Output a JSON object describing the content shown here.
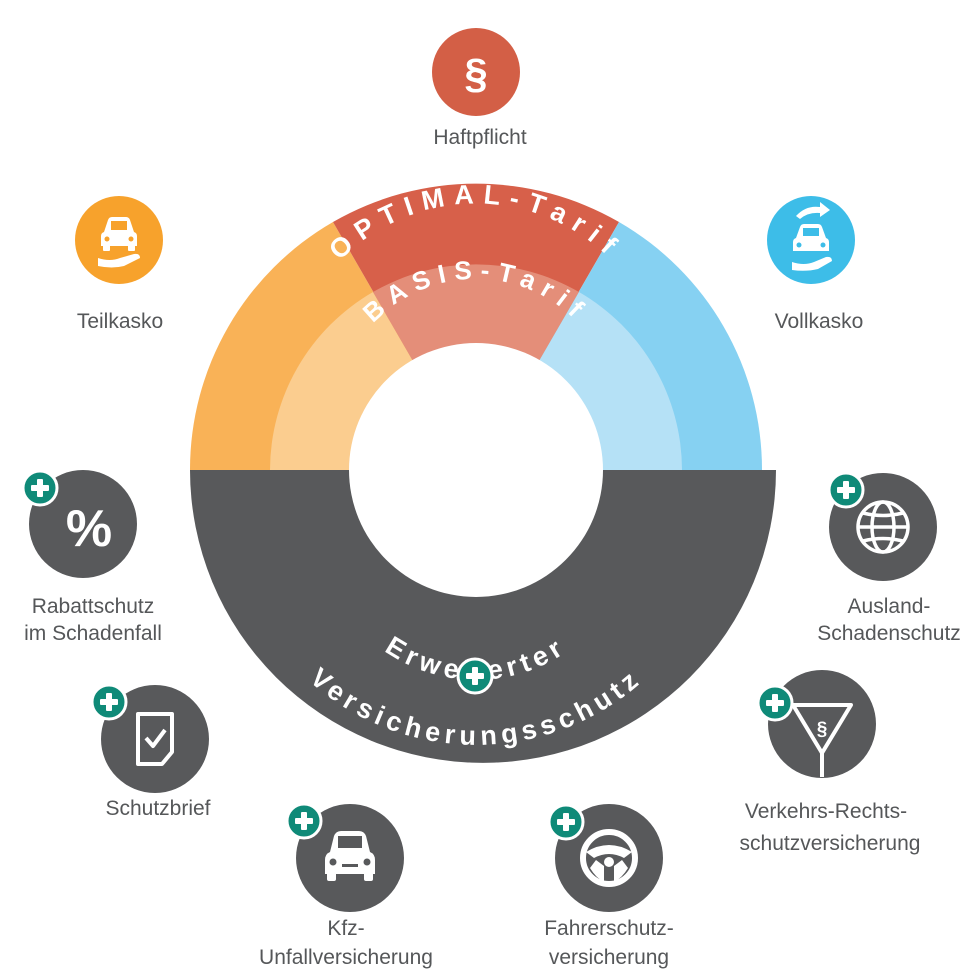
{
  "ring": {
    "optimal_label": "OPTIMAL-Tarif",
    "basis_label": "BASIS-Tarif",
    "extended_line1": "Erweiterter",
    "extended_line2": "Versicherungsschutz"
  },
  "colors": {
    "haftpflicht": "#d35f46",
    "teilkasko": "#f7a22c",
    "vollkasko": "#3dbde8",
    "dark": "#58595b",
    "plus": "#0f8a78",
    "ring_optimal_left": "#f9b257",
    "ring_optimal_mid": "#d7604a",
    "ring_optimal_right": "#86d1f2",
    "ring_basis_left": "#fbcd8f",
    "ring_basis_mid": "#e48e79",
    "ring_basis_right": "#b5e1f6"
  },
  "modules": {
    "haftpflicht": {
      "label": "Haftpflicht",
      "icon": "paragraph-icon",
      "glyph": "§"
    },
    "teilkasko": {
      "label": "Teilkasko",
      "icon": "car-in-hand-icon"
    },
    "vollkasko": {
      "label": "Vollkasko",
      "icon": "car-exchange-icon"
    },
    "rabattschutz": {
      "line1": "Rabattschutz",
      "line2": "im Schadenfall",
      "icon": "percent-icon",
      "glyph": "%"
    },
    "ausland": {
      "line1": "Ausland-",
      "line2": "Schadenschutz",
      "icon": "globe-icon"
    },
    "schutzbrief": {
      "label": "Schutzbrief",
      "icon": "document-check-icon"
    },
    "verkehrs": {
      "line1": "Verkehrs-Rechts-",
      "line2": "schutzversicherung",
      "icon": "paragraph-shield-icon",
      "glyph": "§"
    },
    "kfz": {
      "line1": "Kfz-",
      "line2": "Unfallversicherung",
      "icon": "car-front-icon"
    },
    "fahrer": {
      "line1": "Fahrerschutz-",
      "line2": "versicherung",
      "icon": "steering-wheel-icon"
    }
  }
}
